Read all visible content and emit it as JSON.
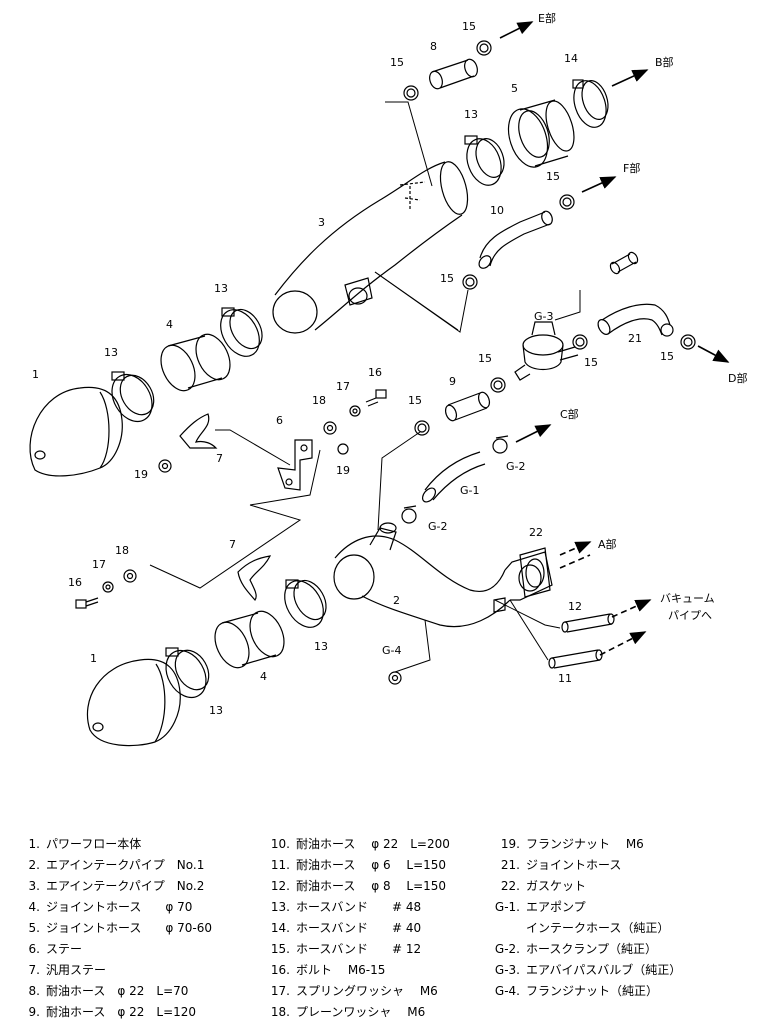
{
  "destinations": {
    "E": "E部",
    "B": "B部",
    "F": "F部",
    "C": "C部",
    "D": "D部",
    "A": "A部",
    "vacuum_line1": "バキューム",
    "vacuum_line2": "パイプへ"
  },
  "callouts": {
    "c1a": "1",
    "c1b": "1",
    "c2": "2",
    "c3": "3",
    "c4a": "4",
    "c4b": "4",
    "c5": "5",
    "c6": "6",
    "c7a": "7",
    "c7b": "7",
    "c8": "8",
    "c9": "9",
    "c10": "10",
    "c11": "11",
    "c12": "12",
    "c13a": "13",
    "c13b": "13",
    "c13c": "13",
    "c13d": "13",
    "c13e": "13",
    "c14": "14",
    "c15a": "15",
    "c15b": "15",
    "c15c": "15",
    "c15d": "15",
    "c15e": "15",
    "c15f": "15",
    "c15g": "15",
    "c15h": "15",
    "c16a": "16",
    "c16b": "16",
    "c17a": "17",
    "c17b": "17",
    "c18a": "18",
    "c18b": "18",
    "c19a": "19",
    "c19b": "19",
    "c21": "21",
    "c22": "22",
    "g1": "G-1",
    "g2a": "G-2",
    "g2b": "G-2",
    "g3": "G-3",
    "g4": "G-4"
  },
  "parts_list": {
    "col1": [
      {
        "num": "1.",
        "text": "パワーフロー本体"
      },
      {
        "num": "2.",
        "text": "エアインテークパイプ　No.1"
      },
      {
        "num": "3.",
        "text": "エアインテークパイプ　No.2"
      },
      {
        "num": "4.",
        "text": "ジョイントホース　　φ 70"
      },
      {
        "num": "5.",
        "text": "ジョイントホース　　φ 70-60"
      },
      {
        "num": "6.",
        "text": "ステー"
      },
      {
        "num": "7.",
        "text": "汎用ステー"
      },
      {
        "num": "8.",
        "text": "耐油ホース　φ 22　L=70"
      },
      {
        "num": "9.",
        "text": "耐油ホース　φ 22　L=120"
      }
    ],
    "col2": [
      {
        "num": "10.",
        "text": "耐油ホース　 φ 22　L=200"
      },
      {
        "num": "11.",
        "text": "耐油ホース　 φ 6　 L=150"
      },
      {
        "num": "12.",
        "text": "耐油ホース　 φ 8　 L=150"
      },
      {
        "num": "13.",
        "text": "ホースバンド　　# 48"
      },
      {
        "num": "14.",
        "text": "ホースバンド　　# 40"
      },
      {
        "num": "15.",
        "text": "ホースバンド　　# 12"
      },
      {
        "num": "16.",
        "text": "ボルト　 M6-15"
      },
      {
        "num": "17.",
        "text": "スプリングワッシャ　 M6"
      },
      {
        "num": "18.",
        "text": "プレーンワッシャ　 M6"
      }
    ],
    "col3": [
      {
        "num": "19.",
        "text": "フランジナット　 M6"
      },
      {
        "num": "21.",
        "text": "ジョイントホース"
      },
      {
        "num": "22.",
        "text": "ガスケット"
      },
      {
        "num": "G-1.",
        "text": "エアポンプ"
      },
      {
        "num": "",
        "text": "インテークホース（純正）"
      },
      {
        "num": "G-2.",
        "text": "ホースクランプ（純正）"
      },
      {
        "num": "G-3.",
        "text": "エアバイパスバルブ（純正）"
      },
      {
        "num": "G-4.",
        "text": "フランジナット（純正）"
      }
    ]
  }
}
